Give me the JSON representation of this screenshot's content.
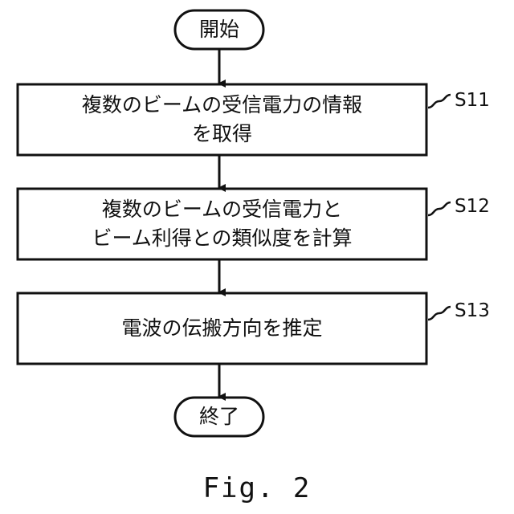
{
  "flowchart": {
    "start": {
      "label": "開始"
    },
    "steps": [
      {
        "id": "S11",
        "label": "S11",
        "lines": [
          "複数のビームの受信電力の情報",
          "を取得"
        ]
      },
      {
        "id": "S12",
        "label": "S12",
        "lines": [
          "複数のビームの受信電力と",
          "ビーム利得との類似度を計算"
        ]
      },
      {
        "id": "S13",
        "label": "S13",
        "lines": [
          "電波の伝搬方向を推定"
        ]
      }
    ],
    "end": {
      "label": "終了"
    }
  },
  "figure": {
    "caption": "Fig. 2"
  },
  "colors": {
    "line": "#111111",
    "background": "#ffffff"
  }
}
